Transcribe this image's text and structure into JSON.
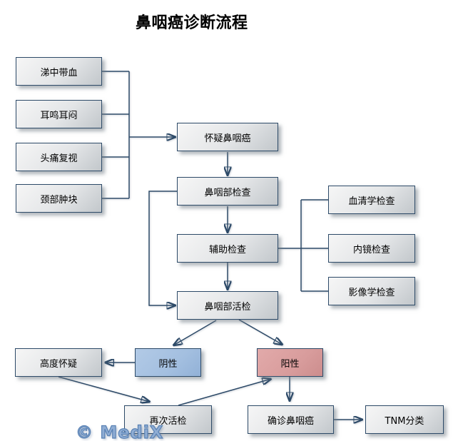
{
  "title": "鼻咽癌诊断流程",
  "watermark": "© MediX",
  "colors": {
    "line": "#2d4a68",
    "box_border": "#2d4a68",
    "negative_fill": "#a3bfe0",
    "positive_fill": "#d89c9c",
    "watermark_blue": "#8fadd4"
  },
  "nodes": {
    "symptom_blood": "涕中带血",
    "symptom_ear": "耳鸣耳闷",
    "symptom_headache": "头痛复视",
    "symptom_neck": "颈部肿块",
    "suspect": "怀疑鼻咽癌",
    "exam": "鼻咽部检查",
    "aux": "辅助检查",
    "serology": "血清学检查",
    "endoscopy": "内镜检查",
    "imaging": "影像学检查",
    "biopsy": "鼻咽部活检",
    "negative": "阴性",
    "positive": "阳性",
    "high_suspicion": "高度怀疑",
    "repeat_biopsy": "再次活检",
    "confirmed": "确诊鼻咽癌",
    "tnm": "TNM分类"
  },
  "edges": [
    {
      "from": "涕中带血",
      "to": "怀疑鼻咽癌"
    },
    {
      "from": "耳鸣耳闷",
      "to": "怀疑鼻咽癌"
    },
    {
      "from": "头痛复视",
      "to": "怀疑鼻咽癌"
    },
    {
      "from": "颈部肿块",
      "to": "怀疑鼻咽癌"
    },
    {
      "from": "怀疑鼻咽癌",
      "to": "鼻咽部检查"
    },
    {
      "from": "鼻咽部检查",
      "to": "辅助检查"
    },
    {
      "from": "鼻咽部检查",
      "to": "鼻咽部活检"
    },
    {
      "from": "辅助检查",
      "to": "血清学检查"
    },
    {
      "from": "辅助检查",
      "to": "内镜检查"
    },
    {
      "from": "辅助检查",
      "to": "影像学检查"
    },
    {
      "from": "辅助检查",
      "to": "鼻咽部活检"
    },
    {
      "from": "鼻咽部活检",
      "to": "阴性"
    },
    {
      "from": "鼻咽部活检",
      "to": "阳性"
    },
    {
      "from": "阴性",
      "to": "高度怀疑"
    },
    {
      "from": "高度怀疑",
      "to": "再次活检"
    },
    {
      "from": "再次活检",
      "to": "阳性"
    },
    {
      "from": "阳性",
      "to": "确诊鼻咽癌"
    },
    {
      "from": "确诊鼻咽癌",
      "to": "TNM分类"
    }
  ]
}
